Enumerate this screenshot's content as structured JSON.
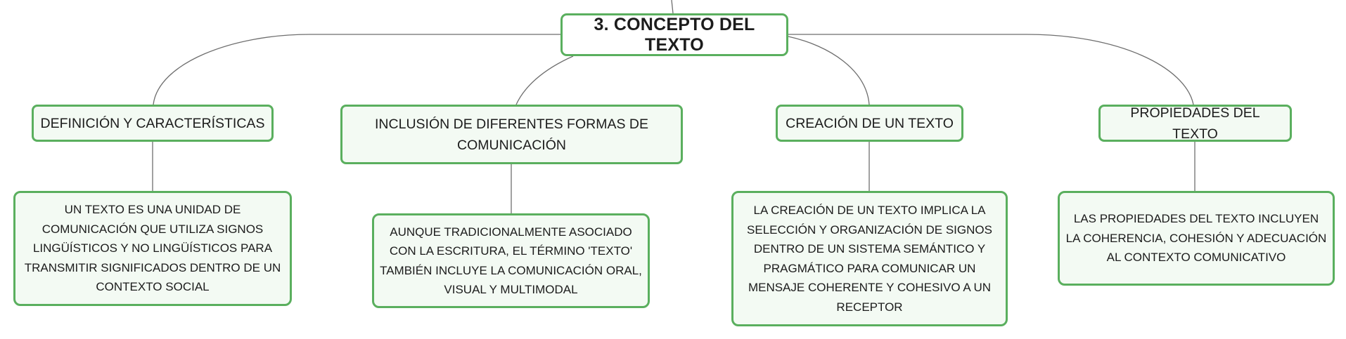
{
  "colors": {
    "node_border": "#5aaf5e",
    "node_fill": "#f3faf3",
    "root_fill": "#ffffff",
    "connector": "#6e6e6e",
    "text": "#1c1c1c"
  },
  "mindmap": {
    "root": {
      "label": "3. CONCEPTO DEL TEXTO"
    },
    "branches": [
      {
        "label": "DEFINICIÓN Y CARACTERÍSTICAS",
        "detail": "UN TEXTO ES UNA UNIDAD DE COMUNICACIÓN QUE UTILIZA SIGNOS LINGÜÍSTICOS Y NO LINGÜÍSTICOS PARA TRANSMITIR SIGNIFICADOS DENTRO DE UN CONTEXTO SOCIAL"
      },
      {
        "label": "INCLUSIÓN DE DIFERENTES FORMAS DE COMUNICACIÓN",
        "detail": "AUNQUE TRADICIONALMENTE ASOCIADO CON LA ESCRITURA, EL TÉRMINO 'TEXTO' TAMBIÉN INCLUYE LA COMUNICACIÓN ORAL, VISUAL Y MULTIMODAL"
      },
      {
        "label": "CREACIÓN DE UN TEXTO",
        "detail": "LA CREACIÓN DE UN TEXTO IMPLICA LA SELECCIÓN Y ORGANIZACIÓN DE SIGNOS DENTRO DE UN SISTEMA SEMÁNTICO Y PRAGMÁTICO PARA COMUNICAR UN MENSAJE COHERENTE Y COHESIVO A UN RECEPTOR"
      },
      {
        "label": "PROPIEDADES DEL TEXTO",
        "detail": "LAS PROPIEDADES DEL TEXTO INCLUYEN LA COHERENCIA, COHESIÓN Y ADECUACIÓN AL CONTEXTO COMUNICATIVO"
      }
    ]
  }
}
